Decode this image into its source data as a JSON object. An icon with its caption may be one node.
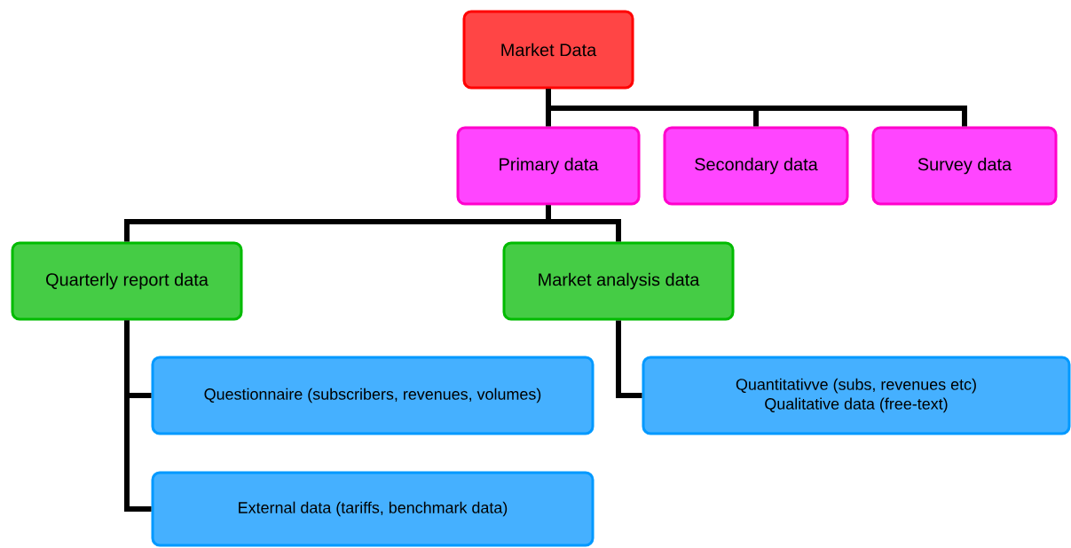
{
  "diagram": {
    "nodes": [
      {
        "text": [
          "Market Data"
        ]
      },
      {
        "text": [
          "Primary data"
        ]
      },
      {
        "text": [
          "Secondary data"
        ]
      },
      {
        "text": [
          "Survey data"
        ]
      },
      {
        "text": [
          "Quarterly report data"
        ]
      },
      {
        "text": [
          "Market analysis data"
        ]
      },
      {
        "text": [
          "Questionnaire (subscribers, revenues, volumes)"
        ]
      },
      {
        "text": [
          "Quantitativve (subs, revenues etc)",
          "Qualitative data (free-text)"
        ]
      },
      {
        "text": [
          "External data (tariffs, benchmark data)"
        ]
      }
    ],
    "edges": [
      {
        "from": 0,
        "to": 1,
        "arrow": "none"
      },
      {
        "from": 0,
        "to": 2,
        "arrow": "none"
      },
      {
        "from": 0,
        "to": 3,
        "arrow": "none"
      },
      {
        "from": 1,
        "to": 4,
        "arrow": "none"
      },
      {
        "from": 1,
        "to": 5,
        "arrow": "none"
      },
      {
        "from": 4,
        "to": 6,
        "arrow": "none"
      },
      {
        "from": 4,
        "to": 8,
        "arrow": "none"
      },
      {
        "from": 5,
        "to": 7,
        "arrow": "none"
      }
    ]
  }
}
